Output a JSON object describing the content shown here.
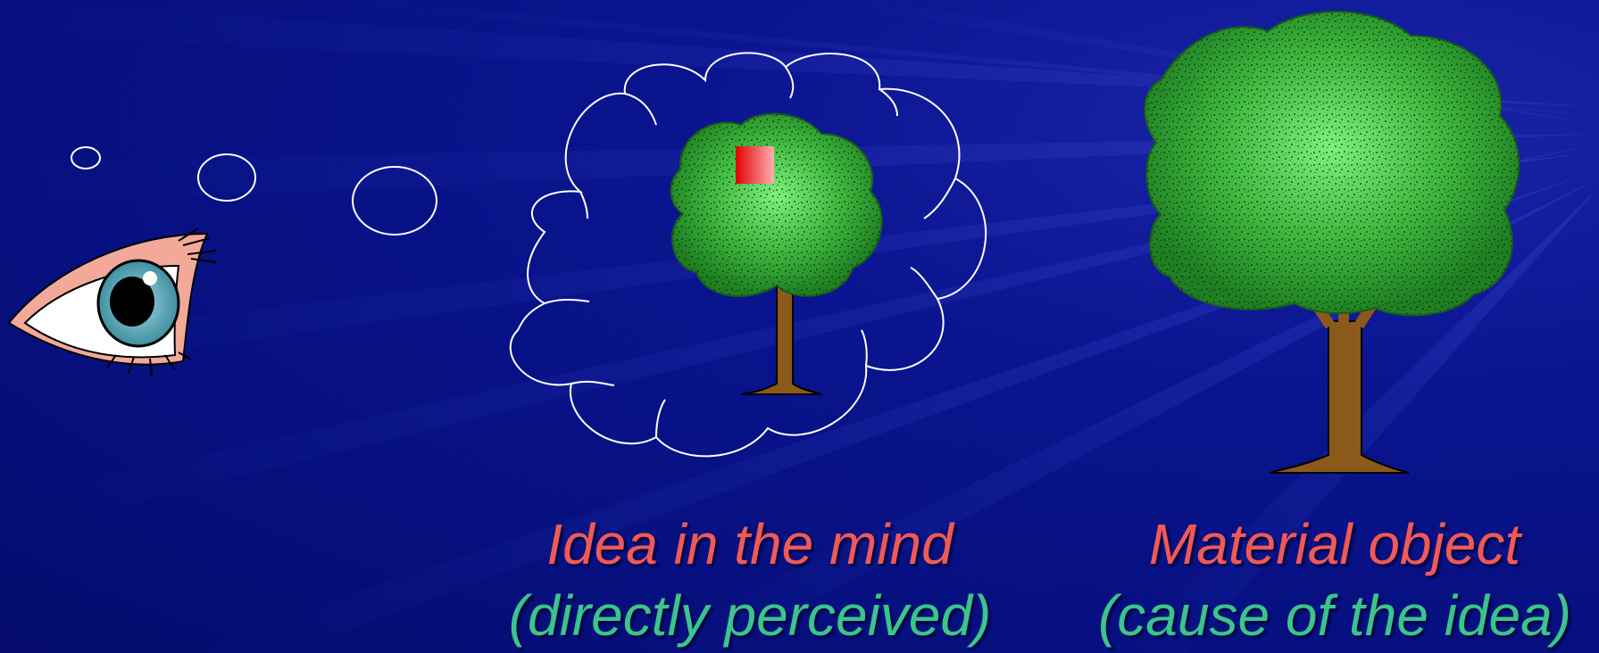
{
  "captions": {
    "mind": {
      "title": "Idea in the mind",
      "subtitle": "(directly perceived)"
    },
    "object": {
      "title": "Material object",
      "subtitle": "(cause of the idea)"
    }
  },
  "colors": {
    "background": "#06107f",
    "title_text": "#f05a55",
    "subtitle_text": "#3cc48a",
    "outline": "#ffffff",
    "foliage": "#43b843",
    "trunk": "#8b5a1a",
    "red_patch": "#e01010"
  },
  "icons": [
    "eye-icon",
    "thought-bubble-icon",
    "tree-icon",
    "red-square-icon"
  ]
}
